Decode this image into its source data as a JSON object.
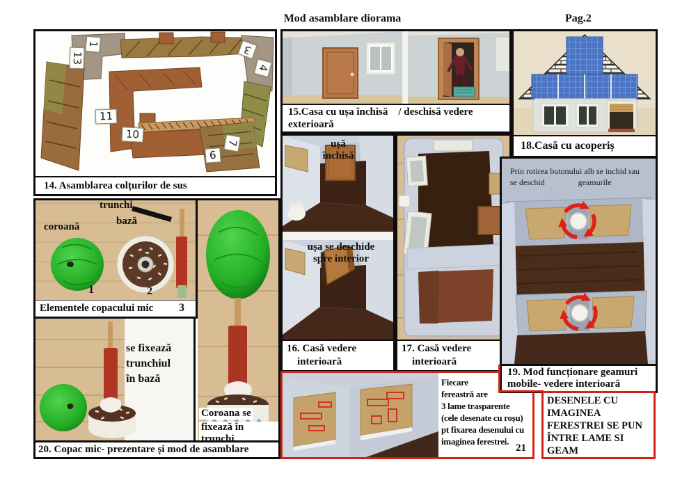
{
  "colors": {
    "accent_red": "#d42316",
    "panel_border": "#0d0d0d",
    "roof_panel_blue": "#4a74c4",
    "tree_green": "#27b32a",
    "trunk_red": "#b23524",
    "cardboard_brown": "#a06034",
    "wall_gray": "#ccd3da",
    "floor_brown": "#46281a"
  },
  "header": {
    "title": "Mod asamblare diorama",
    "page_number": "Pag.2"
  },
  "panel14": {
    "caption": "14. Asamblarea colțurilor de sus",
    "piece_numbers": [
      "1",
      "13",
      "3",
      "4",
      "11",
      "10",
      "6",
      "7"
    ]
  },
  "panel15": {
    "caption": "15.Casa cu ușa închisă    / deschisă vedere\nexterioară"
  },
  "panel16": {
    "door_closed_label": "ușă\nînchisă",
    "door_open_label": "ușa se deschide\nspre interior",
    "caption": "16. Casă vedere\n    interioară"
  },
  "panel17": {
    "caption": "17. Casă vedere\n    interioară"
  },
  "panel18": {
    "caption": "18.Casă cu acoperiș"
  },
  "panel19": {
    "note": "Prin rotirea butonului alb se inchid sau\nse deschid                geamurile",
    "caption": "19. Mod funcționare geamuri\nmobile- vedere interioară"
  },
  "panel20": {
    "elements_caption": "Elementele copacului mic",
    "crown_label": "coroană",
    "base_label": "bază",
    "trunk_label": "trunchi",
    "item_numbers": [
      "1",
      "2",
      "3"
    ],
    "fix_note": "se fixează\ntrunchiul\nîn bază",
    "crown_note_line1": "Coroana se",
    "crown_note_line2": "fixează în trunchi",
    "caption": "20. Copac mic- prezentare și mod de asamblare"
  },
  "panel21": {
    "note": "Fiecare\nfereastră are\n3 lame trasparente\n(cele desenate cu roșu)\npt fixarea desenului cu\nimaginea ferestrei.",
    "number": "21"
  },
  "window_note": {
    "text": "DESENELE CU\nIMAGINEA\nFERESTREI SE PUN\nÎNTRE LAME SI\nGEAM"
  }
}
